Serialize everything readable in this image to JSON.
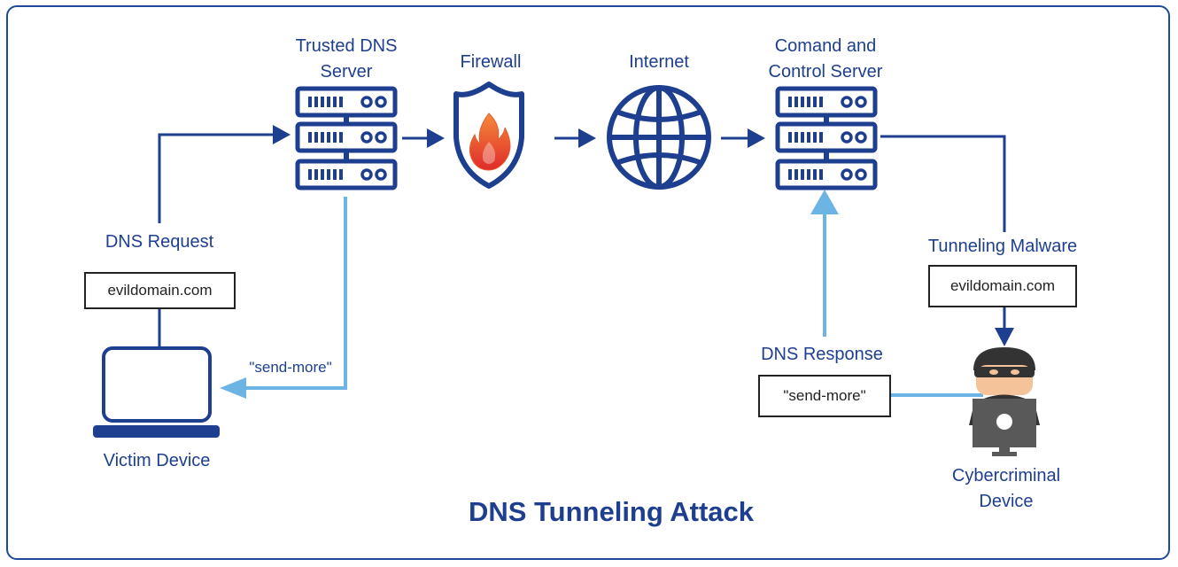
{
  "title": "DNS Tunneling Attack",
  "nodes": {
    "trusted_dns": "Trusted DNS\nServer",
    "trusted_dns_l1": "Trusted DNS",
    "trusted_dns_l2": "Server",
    "firewall": "Firewall",
    "internet": "Internet",
    "c2_l1": "Comand and",
    "c2_l2": "Control Server",
    "victim": "Victim Device",
    "criminal_l1": "Cybercriminal",
    "criminal_l2": "Device"
  },
  "labels": {
    "dns_request": "DNS Request",
    "tunneling_malware": "Tunneling Malware",
    "dns_response": "DNS Response",
    "send_more_arrow": "\"send-more\""
  },
  "boxes": {
    "request_domain": "evildomain.com",
    "malware_domain": "evildomain.com",
    "response_payload": "\"send-more\""
  },
  "colors": {
    "dark_blue": "#1e3f8f",
    "light_blue": "#6cb4e4",
    "gray": "#555555"
  }
}
